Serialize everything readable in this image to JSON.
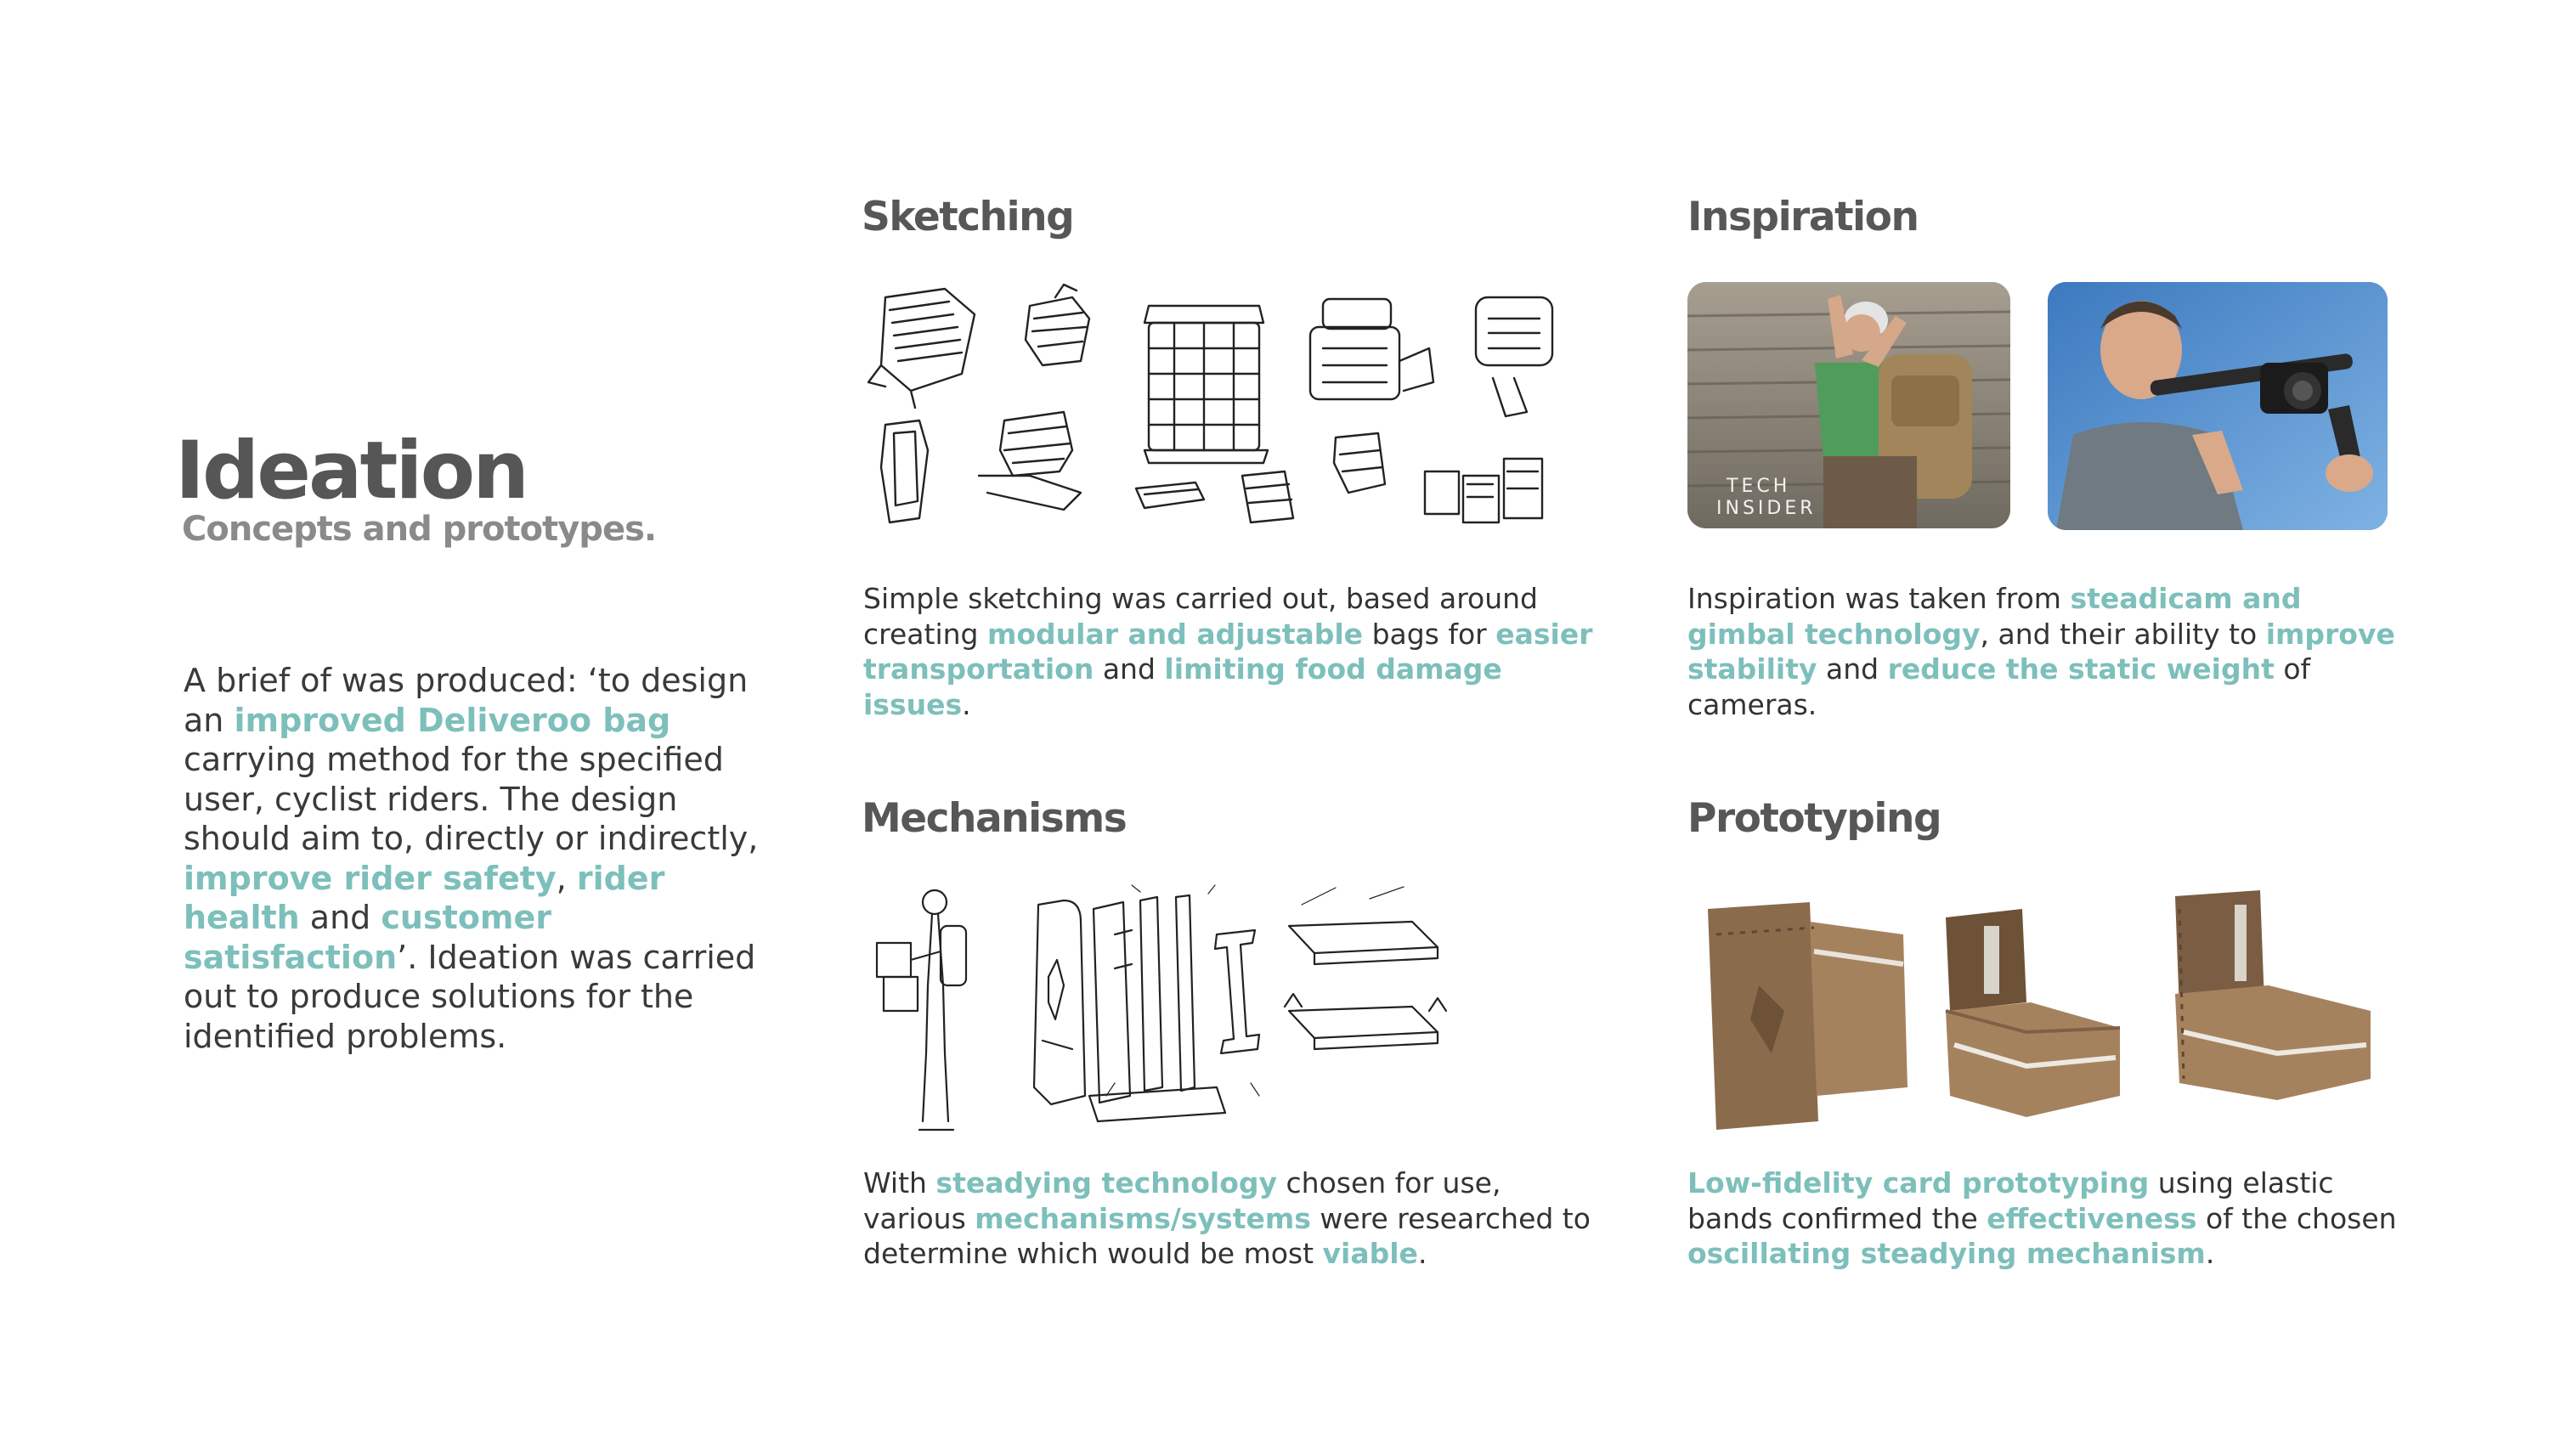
{
  "page": {
    "title": "Ideation",
    "subtitle": "Concepts and prototypes."
  },
  "brief": {
    "t1": "A brief of was produced: ‘to design an ",
    "h1": "improved Deliveroo bag",
    "t2": " carrying method for the specified user, cyclist riders.  The design should aim to, directly or indirectly, ",
    "h2": "improve rider safety",
    "t3": ", ",
    "h3": "rider health",
    "t4": " and ",
    "h4": "customer satisfaction",
    "t5": "’. Ideation was carried out to produce solutions for the identified problems."
  },
  "sections": {
    "sketching": {
      "heading": "Sketching",
      "t1": "Simple sketching was carried out, based around creating ",
      "h1": "modular and adjustable",
      "t2": " bags for ",
      "h2": "easier transportation",
      "t3": " and ",
      "h3": "limiting food damage issues",
      "t4": "."
    },
    "inspiration": {
      "heading": "Inspiration",
      "watermark_line1": "TECH",
      "watermark_line2": "INSIDER",
      "t1": "Inspiration was taken from ",
      "h1": "steadicam and gimbal technology",
      "t2": ", and their ability to ",
      "h2": "improve stability",
      "t3": " and ",
      "h3": "reduce the static weight",
      "t4": " of cameras."
    },
    "mechanisms": {
      "heading": "Mechanisms",
      "t1": "With ",
      "h1": "steadying technology",
      "t2": " chosen for use, various ",
      "h2": "mechanisms/systems",
      "t3": " were researched to determine which would be most ",
      "h3": "viable",
      "t4": "."
    },
    "prototyping": {
      "heading": "Prototyping",
      "h1": "Low-fidelity card prototyping",
      "t1": " using elastic bands confirmed the ",
      "h2": "effectiveness",
      "t2": " of the chosen ",
      "h3": "oscillating steadying mechanism",
      "t3": "."
    }
  },
  "colors": {
    "accent": "#7dbfbb",
    "heading": "#575757",
    "body": "#333333"
  }
}
